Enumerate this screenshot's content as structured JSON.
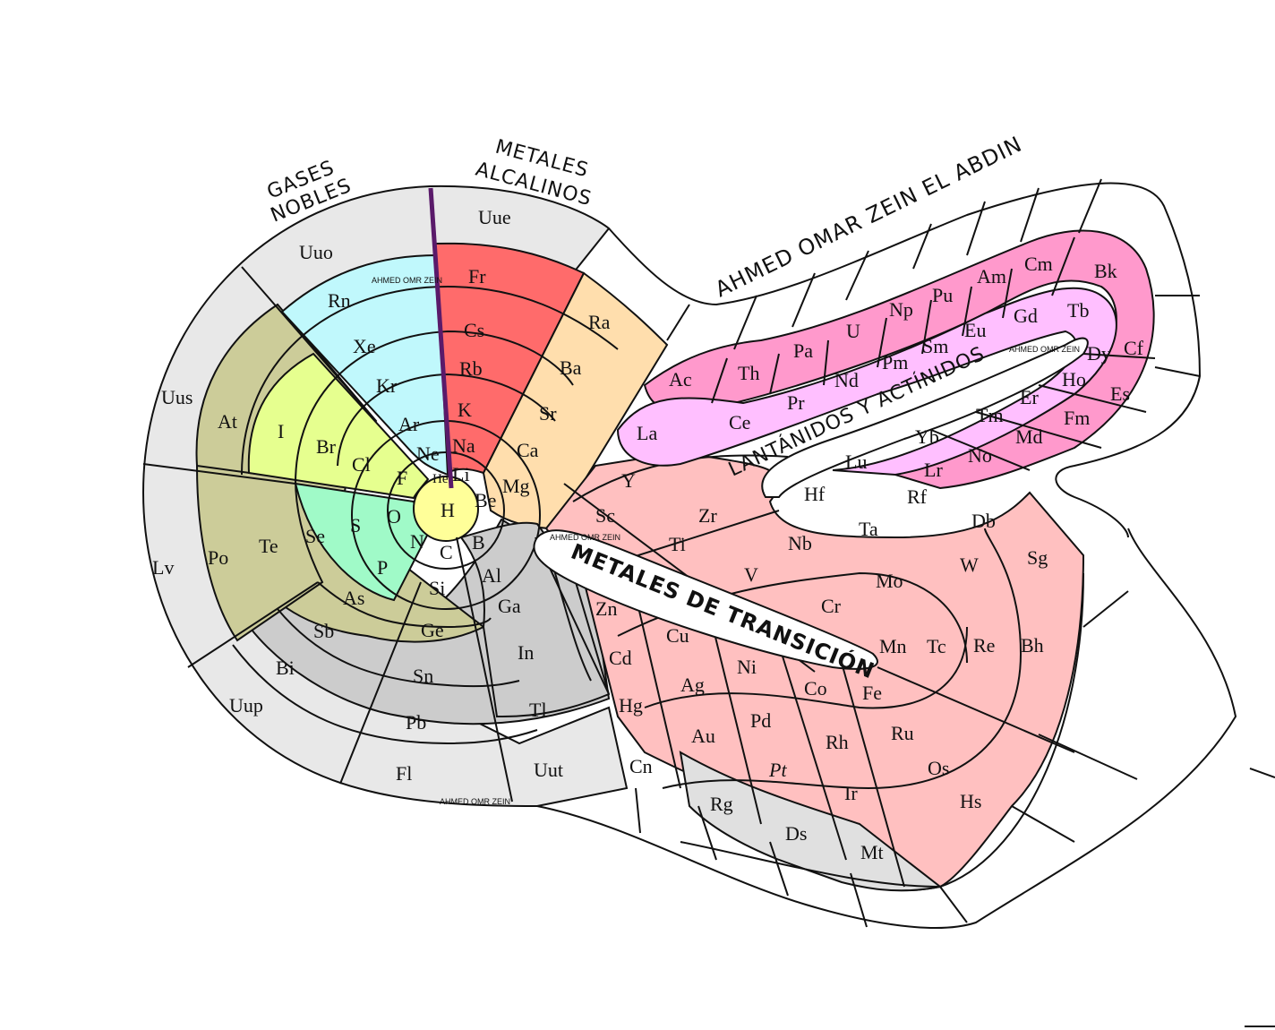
{
  "headers": {
    "noble_gases_line1": "GASES",
    "noble_gases_line2": "NOBLES",
    "alkali_line1": "METALES",
    "alkali_line2": "ALCALINOS",
    "author": "AHMED OMAR ZEIN EL ABDIN",
    "lanthanides": "LANTÁNIDOS  Y  ACTÍNIDOS",
    "transition": "METALES DE TRANSICIÓN"
  },
  "watermarks": [
    "AHMED OMR ZEIN",
    "AHMED OMR ZEIN",
    "AHMED OMR ZEIN",
    "AHMED OMR ZEIN"
  ],
  "colors": {
    "alkali": "#ff6b6b",
    "alkaline_earth": "#ffdead",
    "noble_gas": "#c0f8fc",
    "halogen": "#e6ff8f",
    "nonmetal": "#a0fac8",
    "metalloid": "#cccc99",
    "post_transition": "#cccccc",
    "unknown": "#e8e8e8",
    "transition": "#ffc0c0",
    "lanthanide": "#ffbfff",
    "actinide": "#ff99cc",
    "hydrogen": "#ffff99"
  },
  "elements": {
    "H": "H",
    "He": "He",
    "Li": "Li",
    "Be": "Be",
    "B": "B",
    "C": "C",
    "N": "N",
    "O": "O",
    "F": "F",
    "Ne": "Ne",
    "Na": "Na",
    "Mg": "Mg",
    "Al": "Al",
    "Si": "Si",
    "P": "P",
    "S": "S",
    "Cl": "Cl",
    "Ar": "Ar",
    "K": "K",
    "Ca": "Ca",
    "Ga": "Ga",
    "Ge": "Ge",
    "As": "As",
    "Se": "Se",
    "Br": "Br",
    "Kr": "Kr",
    "Rb": "Rb",
    "Sr": "Sr",
    "In": "In",
    "Sn": "Sn",
    "Sb": "Sb",
    "Te": "Te",
    "I": "I",
    "Xe": "Xe",
    "Cs": "Cs",
    "Ba": "Ba",
    "Tl": "Tl",
    "Pb": "Pb",
    "Bi": "Bi",
    "Po": "Po",
    "At": "At",
    "Rn": "Rn",
    "Fr": "Fr",
    "Ra": "Ra",
    "Uut": "Uut",
    "Fl": "Fl",
    "Uup": "Uup",
    "Lv": "Lv",
    "Uus": "Uus",
    "Uuo": "Uuo",
    "Uue": "Uue",
    "Sc": "Sc",
    "Ti": "Ti",
    "V": "V",
    "Cr": "Cr",
    "Mn": "Mn",
    "Fe": "Fe",
    "Co": "Co",
    "Ni": "Ni",
    "Cu": "Cu",
    "Zn": "Zn",
    "Y": "Y",
    "Zr": "Zr",
    "Nb": "Nb",
    "Mo": "Mo",
    "Tc": "Tc",
    "Ru": "Ru",
    "Rh": "Rh",
    "Pd": "Pd",
    "Ag": "Ag",
    "Cd": "Cd",
    "Hf": "Hf",
    "Ta": "Ta",
    "W": "W",
    "Re": "Re",
    "Os": "Os",
    "Ir": "Ir",
    "Pt": "Pt",
    "Au": "Au",
    "Hg": "Hg",
    "Rf": "Rf",
    "Db": "Db",
    "Sg": "Sg",
    "Bh": "Bh",
    "Hs": "Hs",
    "Mt": "Mt",
    "Ds": "Ds",
    "Rg": "Rg",
    "Cn": "Cn",
    "La": "La",
    "Ce": "Ce",
    "Pr": "Pr",
    "Nd": "Nd",
    "Pm": "Pm",
    "Sm": "Sm",
    "Eu": "Eu",
    "Gd": "Gd",
    "Tb": "Tb",
    "Dy": "Dy",
    "Ho": "Ho",
    "Er": "Er",
    "Tm": "Tm",
    "Yb": "Yb",
    "Lu": "Lu",
    "Ac": "Ac",
    "Th": "Th",
    "Pa": "Pa",
    "U": "U",
    "Np": "Np",
    "Pu": "Pu",
    "Am": "Am",
    "Cm": "Cm",
    "Bk": "Bk",
    "Cf": "Cf",
    "Es": "Es",
    "Fm": "Fm",
    "Md": "Md",
    "No": "No",
    "Lr": "Lr"
  }
}
